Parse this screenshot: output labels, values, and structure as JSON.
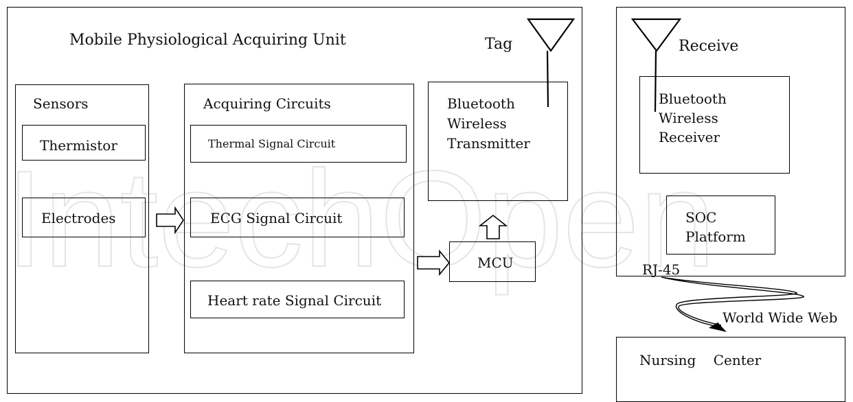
{
  "watermark": {
    "text": "IntechOpen"
  },
  "mobile_unit": {
    "title": "Mobile Physiological Acquiring Unit",
    "tag_label": "Tag"
  },
  "sensors": {
    "title": "Sensors",
    "items": [
      "Thermistor",
      "Electrodes"
    ]
  },
  "acquiring": {
    "title": "Acquiring Circuits",
    "circuits": [
      "Thermal Signal Circuit",
      "ECG Signal Circuit",
      "Heart rate Signal Circuit"
    ]
  },
  "transmitter": {
    "label": "Bluetooth\nWireless\nTransmitter"
  },
  "mcu": {
    "label": "MCU"
  },
  "receive_unit": {
    "title": "Receive",
    "receiver_label": "Bluetooth\nWireless\nReceiver",
    "soc_label": "SOC\nPlatform",
    "port_label": "RJ-45"
  },
  "network": {
    "label": "World Wide Web"
  },
  "nursing": {
    "title": "Nursing    Center"
  }
}
